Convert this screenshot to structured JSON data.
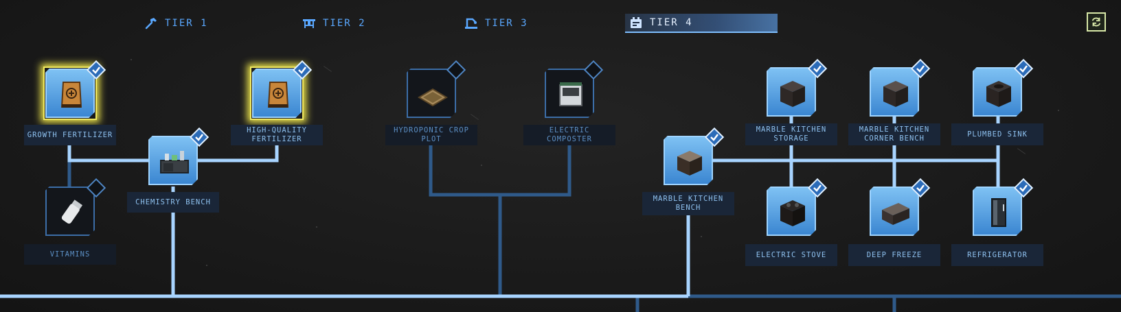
{
  "tabs": [
    {
      "id": "tier1",
      "label": "TIER 1",
      "icon": "hammer-icon"
    },
    {
      "id": "tier2",
      "label": "TIER 2",
      "icon": "workbench-icon"
    },
    {
      "id": "tier3",
      "label": "TIER 3",
      "icon": "robot-arm-icon"
    },
    {
      "id": "tier4",
      "label": "TIER 4",
      "icon": "machine-icon",
      "active": true
    }
  ],
  "refresh_icon": "refresh-icon",
  "colors": {
    "line_unlocked": "#a8d4ff",
    "line_locked": "#2f5a8a",
    "node_unlocked": "#4a95dd",
    "glow": "#e8e04a",
    "refresh_border": "#d8e8a8"
  },
  "nodes": {
    "growth_fertilizer": {
      "label": "GROWTH FERTILIZER",
      "status": "unlocked",
      "highlight": true,
      "icon": "fertilizer-bag-icon"
    },
    "high_quality_fertilizer": {
      "label": "HIGH-QUALITY FERTILIZER",
      "status": "unlocked",
      "highlight": true,
      "icon": "fertilizer-bag-icon"
    },
    "chemistry_bench": {
      "label": "CHEMISTRY BENCH",
      "status": "unlocked",
      "icon": "chemistry-bench-icon"
    },
    "vitamins": {
      "label": "VITAMINS",
      "status": "locked",
      "icon": "vitamin-bottle-icon"
    },
    "hydroponic_crop_plot": {
      "label": "HYDROPONIC CROP PLOT",
      "status": "locked",
      "icon": "crop-plot-icon"
    },
    "electric_composter": {
      "label": "ELECTRIC COMPOSTER",
      "status": "locked",
      "icon": "composter-icon"
    },
    "marble_kitchen_bench": {
      "label": "MARBLE KITCHEN BENCH",
      "status": "unlocked",
      "icon": "kitchen-bench-icon"
    },
    "marble_kitchen_storage": {
      "label": "MARBLE KITCHEN STORAGE",
      "status": "unlocked",
      "icon": "storage-cabinet-icon"
    },
    "marble_kitchen_corner_bench": {
      "label": "MARBLE KITCHEN CORNER BENCH",
      "status": "unlocked",
      "icon": "corner-bench-icon"
    },
    "plumbed_sink": {
      "label": "PLUMBED SINK",
      "status": "unlocked",
      "icon": "sink-icon"
    },
    "electric_stove": {
      "label": "ELECTRIC STOVE",
      "status": "unlocked",
      "icon": "stove-icon"
    },
    "deep_freeze": {
      "label": "DEEP FREEZE",
      "status": "unlocked",
      "icon": "freezer-icon"
    },
    "refrigerator": {
      "label": "REFRIGERATOR",
      "status": "unlocked",
      "icon": "fridge-icon"
    }
  }
}
